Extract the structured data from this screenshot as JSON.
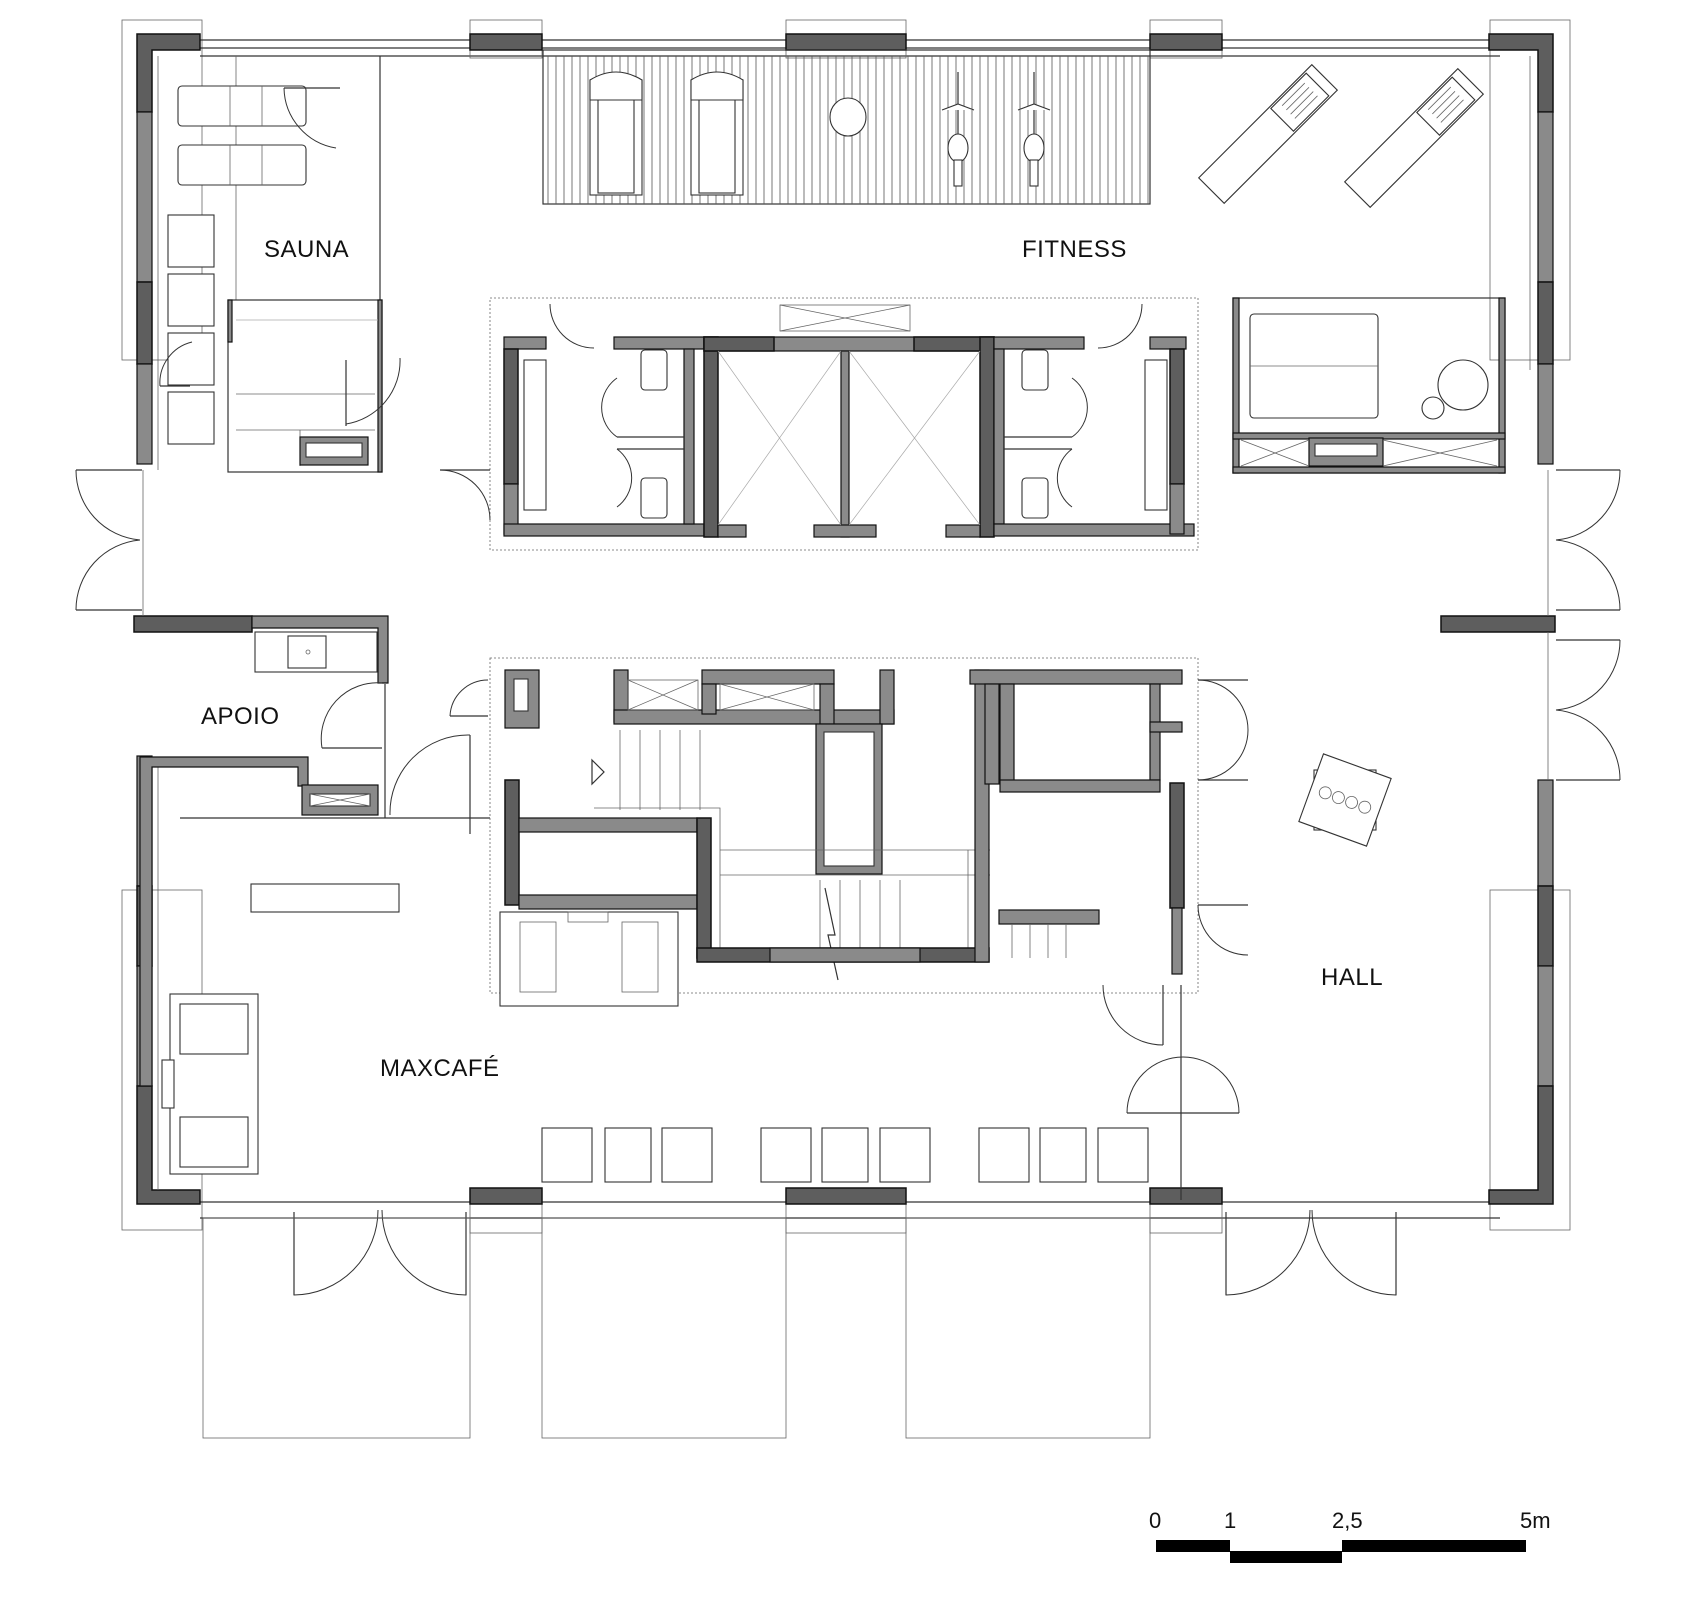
{
  "drawing": {
    "type": "architectural floor plan",
    "rooms": [
      {
        "id": "sauna",
        "label": "SAUNA"
      },
      {
        "id": "fitness",
        "label": "FITNESS"
      },
      {
        "id": "apoio",
        "label": "APOIO"
      },
      {
        "id": "maxcafe",
        "label": "MAXCAFÉ"
      },
      {
        "id": "hall",
        "label": "HALL"
      }
    ],
    "scale_bar": {
      "ticks": [
        "0",
        "1",
        "2,5",
        "5m"
      ],
      "unit": "m"
    },
    "colors": {
      "wall_dark": "#5e5e5e",
      "wall_mid": "#8a8a8a",
      "line": "#333333",
      "background": "#ffffff"
    },
    "furniture": {
      "fitness_equipment": [
        "treadmill",
        "treadmill",
        "exercise-ball",
        "exercise-bike",
        "exercise-bike",
        "rowing-machine",
        "rowing-machine"
      ],
      "sauna_equipment": [
        "lounger",
        "lounger",
        "bench",
        "bench",
        "bench",
        "bench"
      ],
      "cafe_seating_groups": 3,
      "hall_table_chairs": 4
    }
  }
}
